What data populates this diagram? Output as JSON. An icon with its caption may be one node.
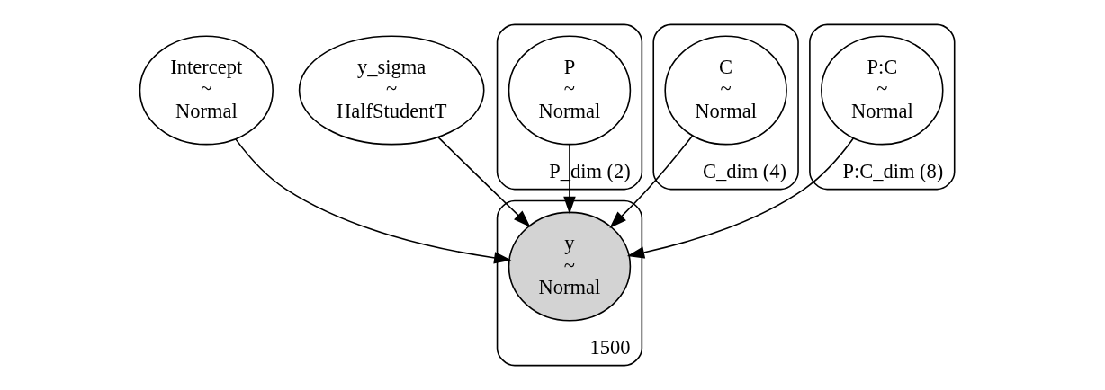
{
  "diagram": {
    "nodes": [
      {
        "text": [
          "Intercept",
          "~",
          "Normal"
        ]
      },
      {
        "text": [
          "y_sigma",
          "~",
          "HalfStudentT"
        ]
      },
      {
        "text": [
          "P_dim (2)"
        ]
      },
      {
        "text": [
          "P",
          "~",
          "Normal"
        ],
        "in": 2
      },
      {
        "text": [
          "C_dim (4)"
        ]
      },
      {
        "text": [
          "C",
          "~",
          "Normal"
        ],
        "in": 4
      },
      {
        "text": [
          "P:C_dim (8)"
        ]
      },
      {
        "text": [
          "P:C",
          "~",
          "Normal"
        ],
        "in": 6
      },
      {
        "text": [
          "1500"
        ]
      },
      {
        "text": [
          "y",
          "~",
          "Normal"
        ],
        "in": 8
      }
    ],
    "edges": [
      {
        "from": 0,
        "to": 9,
        "arrow": "to"
      },
      {
        "from": 1,
        "to": 9,
        "arrow": "to"
      },
      {
        "from": 3,
        "to": 9,
        "arrow": "to"
      },
      {
        "from": 5,
        "to": 9,
        "arrow": "to"
      },
      {
        "from": 7,
        "to": 9,
        "arrow": "to"
      }
    ]
  }
}
